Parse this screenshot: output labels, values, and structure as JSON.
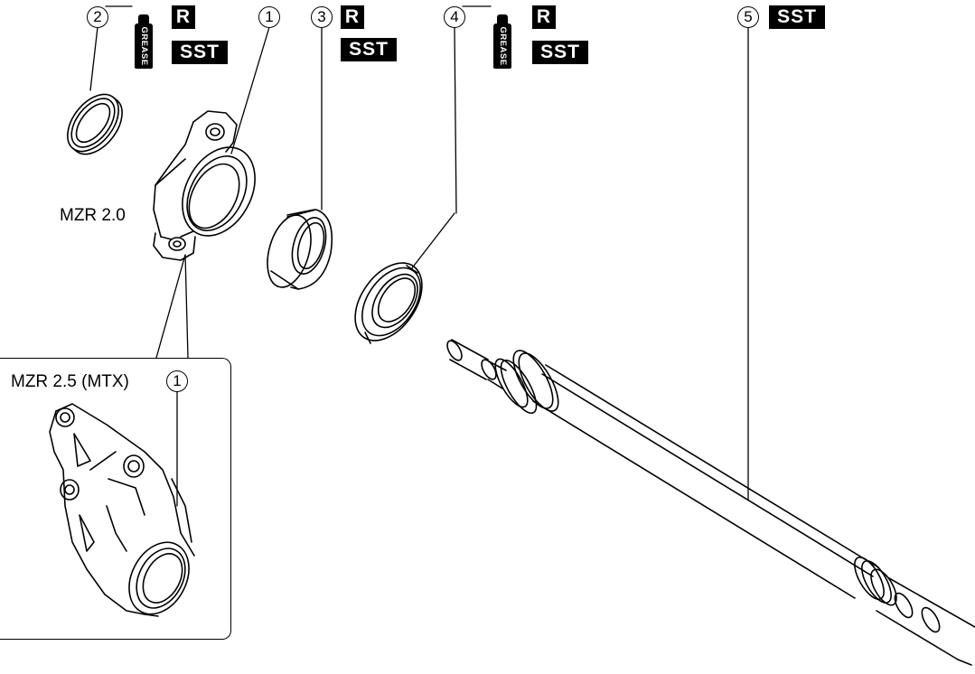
{
  "labels": {
    "mzr20": "MZR 2.0",
    "mzr25": "MZR 2.5 (MTX)"
  },
  "callouts": {
    "c1": "1",
    "c2": "2",
    "c3": "3",
    "c4": "4",
    "c5": "5",
    "c1_inset": "1"
  },
  "tags": {
    "r": "R",
    "sst": "SST",
    "grease": "GREASE"
  },
  "icons": {
    "grease_can": "grease-can-icon"
  }
}
